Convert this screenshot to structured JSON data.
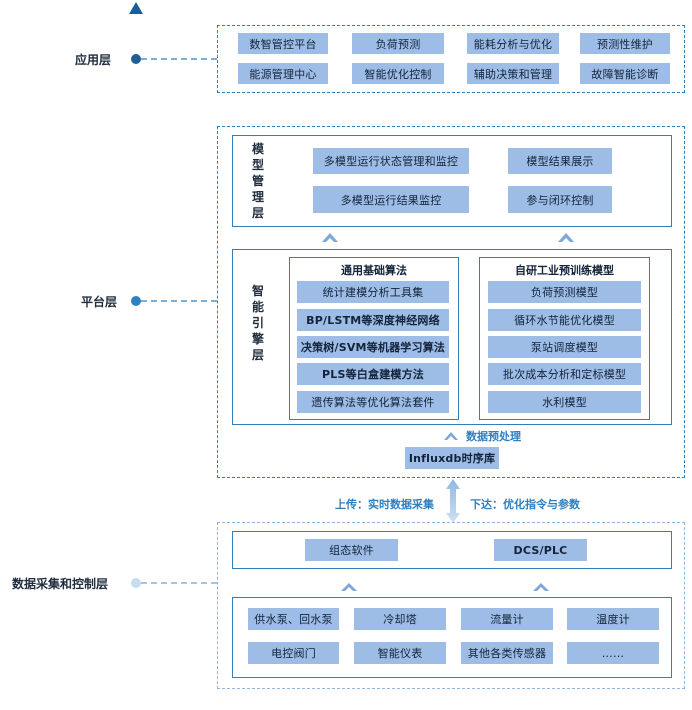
{
  "layers": {
    "app": "应用层",
    "platform": "平台层",
    "data": "数据采集和控制层"
  },
  "app_items": [
    "数智管控平台",
    "负荷预测",
    "能耗分析与优化",
    "预测性维护",
    "能源管理中心",
    "智能优化控制",
    "辅助决策和管理",
    "故障智能诊断"
  ],
  "model_mgmt": {
    "label": "模型管理层",
    "items": [
      "多模型运行状态管理和监控",
      "模型结果展示",
      "多模型运行结果监控",
      "参与闭环控制"
    ]
  },
  "engine": {
    "label": "智能引擎层",
    "general": {
      "title": "通用基础算法",
      "items": [
        "统计建模分析工具集",
        "BP/LSTM等深度神经网络",
        "决策树/SVM等机器学习算法",
        "PLS等白盒建模方法",
        "遗传算法等优化算法套件"
      ]
    },
    "industrial": {
      "title": "自研工业预训练模型",
      "items": [
        "负荷预测模型",
        "循环水节能优化模型",
        "泵站调度模型",
        "批次成本分析和定标模型",
        "水利模型"
      ]
    }
  },
  "preprocess": "数据预处理",
  "database": "Influxdb时序库",
  "upload": "上传：实时数据采集",
  "download": "下达：优化指令与参数",
  "control": [
    "组态软件",
    "DCS/PLC"
  ],
  "devices": [
    "供水泵、回水泵",
    "冷却塔",
    "流量计",
    "温度计",
    "电控阀门",
    "智能仪表",
    "其他各类传感器",
    "……"
  ],
  "colors": {
    "accent": "#2f7fbf",
    "box": "#9dbde6"
  }
}
